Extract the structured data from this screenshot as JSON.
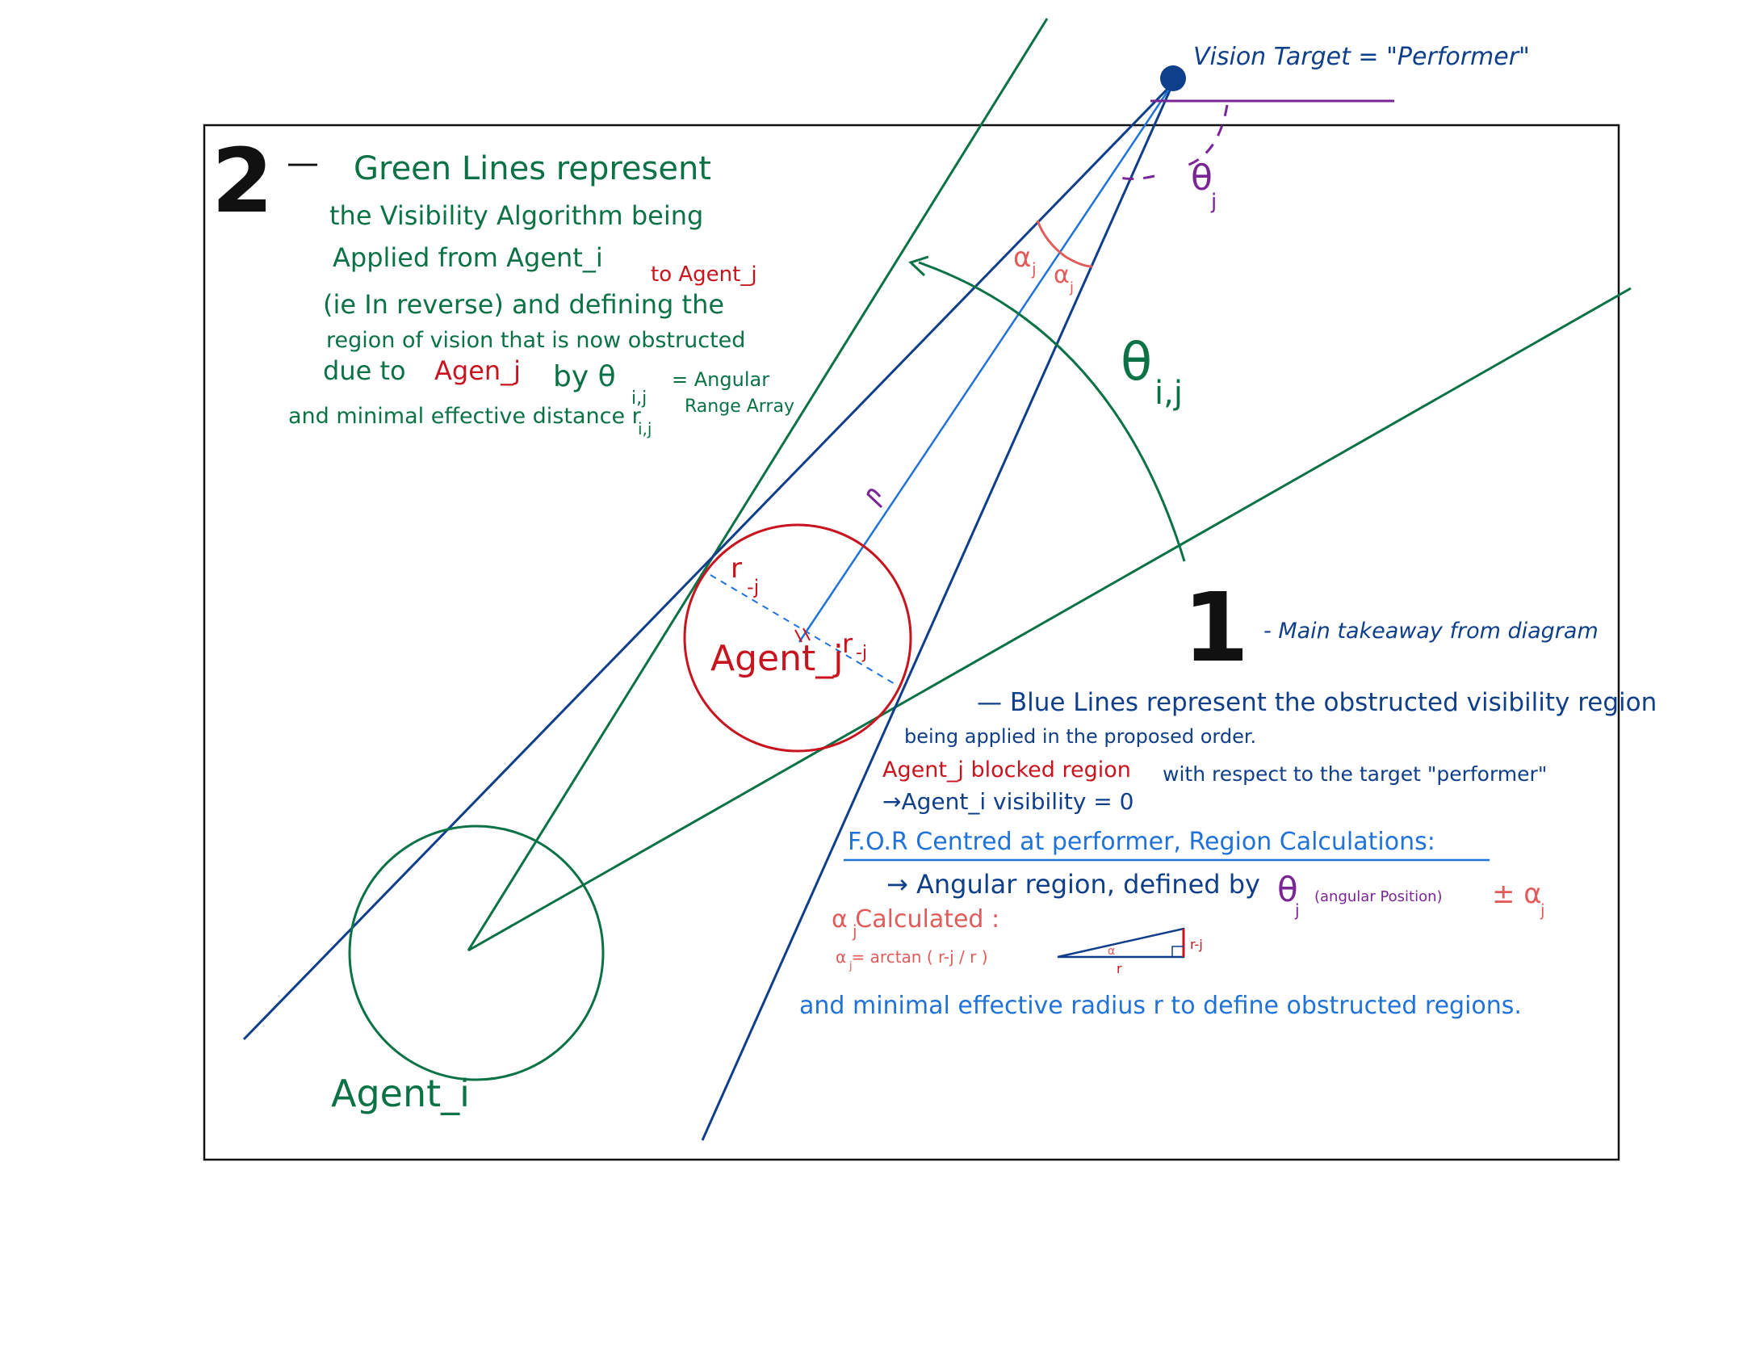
{
  "colors": {
    "green": "#0b7246",
    "navy": "#0f3f8a",
    "blue": "#1f73d8",
    "red": "#c8141e",
    "salmon": "#e25b5b",
    "purple": "#7a2596",
    "black": "#111111"
  },
  "target": {
    "label": "Vision Target = \"Performer\""
  },
  "agents": {
    "agent_i": "Agent_i",
    "agent_j": "Agent_j"
  },
  "labels": {
    "theta_j": "θ",
    "theta_j_sub": "j",
    "theta_ij": "θ",
    "theta_ij_sub": "i,j",
    "alpha_left": "α",
    "alpha_left_sub": "j",
    "alpha_right": "α",
    "alpha_right_sub": "j",
    "r_main": "r",
    "r_j_top": "r",
    "r_j_top_sub": "-j",
    "r_j_mid": "r",
    "r_j_mid_sub": "-j",
    "triangle_r": "r",
    "triangle_rj": "r-j",
    "triangle_alpha": "α"
  },
  "note2": {
    "number": "2",
    "dash": "—",
    "line1": "Green Lines represent",
    "line2": "the Visibility Algorithm being",
    "line3a": "Applied from Agent_i",
    "line3b": "to Agent_j",
    "line4": "(ie In reverse) and defining the",
    "line5": "region of vision that is now obstructed",
    "line6a": "due to",
    "line6b": "Agen_j",
    "line6c": "by θ",
    "line6d": "i,j",
    "line6e": "= Angular",
    "line6f": "Range Array",
    "line7a": "and minimal effective distance r",
    "line7b": "i,j"
  },
  "note1": {
    "number": "1",
    "takeaway": "- Main takeaway from diagram",
    "line1": "— Blue Lines represent the obstructed visibility region",
    "line2": "being applied in the proposed order.",
    "line3a": "Agent_j blocked region",
    "line3b": "with respect to the target \"performer\"",
    "line4": "→Agent_i visibility = 0",
    "line5": "F.O.R Centred at performer, Region Calculations:",
    "line6a": "→ Angular region, defined by",
    "line6b": "θ",
    "line6c": "j",
    "line6d": "(angular Position)",
    "line6e": "± α",
    "line6f": "j",
    "line7": "α  Calculated :",
    "line7sub": "j",
    "formula": "α = arctan ( r-j / r )",
    "formula_sub": "j",
    "line8a": "and minimal effective radius r to define obstructed regions."
  }
}
